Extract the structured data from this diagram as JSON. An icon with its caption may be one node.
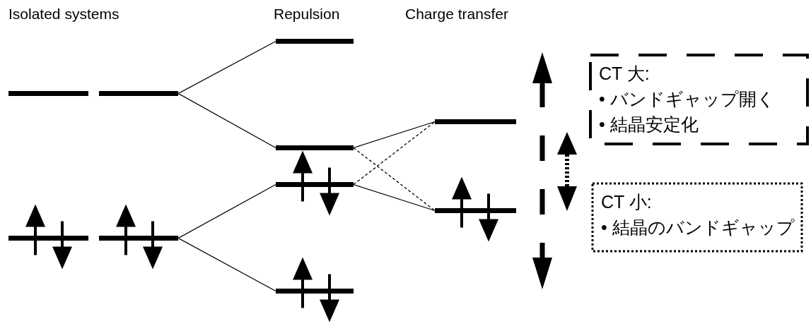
{
  "diagram": {
    "nodes": [
      {
        "text": [],
        "shape": "bar"
      },
      {
        "text": [],
        "shape": "bar"
      },
      {
        "text": [],
        "shape": "bar"
      },
      {
        "text": [],
        "shape": "bar"
      },
      {
        "text": [],
        "shape": "bar"
      },
      {
        "text": [],
        "shape": "bar"
      },
      {
        "text": [],
        "shape": "bar"
      },
      {
        "text": [],
        "shape": "bar"
      },
      {
        "text": [],
        "shape": "bar"
      },
      {
        "text": [],
        "shape": "bar"
      },
      {
        "text": [
          "CT 大:",
          "• バンドギャップ開く",
          "• 結晶安定化"
        ]
      },
      {
        "text": [
          "CT 小:",
          "• 結晶のバンドギャップ"
        ]
      }
    ],
    "edges": [
      {
        "from": 1,
        "to": 4,
        "arrow": "none"
      },
      {
        "from": 1,
        "to": 5,
        "arrow": "none"
      },
      {
        "from": 3,
        "to": 6,
        "arrow": "none"
      },
      {
        "from": 3,
        "to": 7,
        "arrow": "none"
      },
      {
        "from": 5,
        "to": 8,
        "arrow": "none"
      },
      {
        "from": 5,
        "to": 9,
        "arrow": "none",
        "style": "dashed"
      },
      {
        "from": 6,
        "to": 8,
        "arrow": "none",
        "style": "dashed"
      },
      {
        "from": 6,
        "to": 9,
        "arrow": "none"
      }
    ],
    "labels": [
      "Isolated systems",
      "Repulsion",
      "Charge transfer"
    ]
  }
}
